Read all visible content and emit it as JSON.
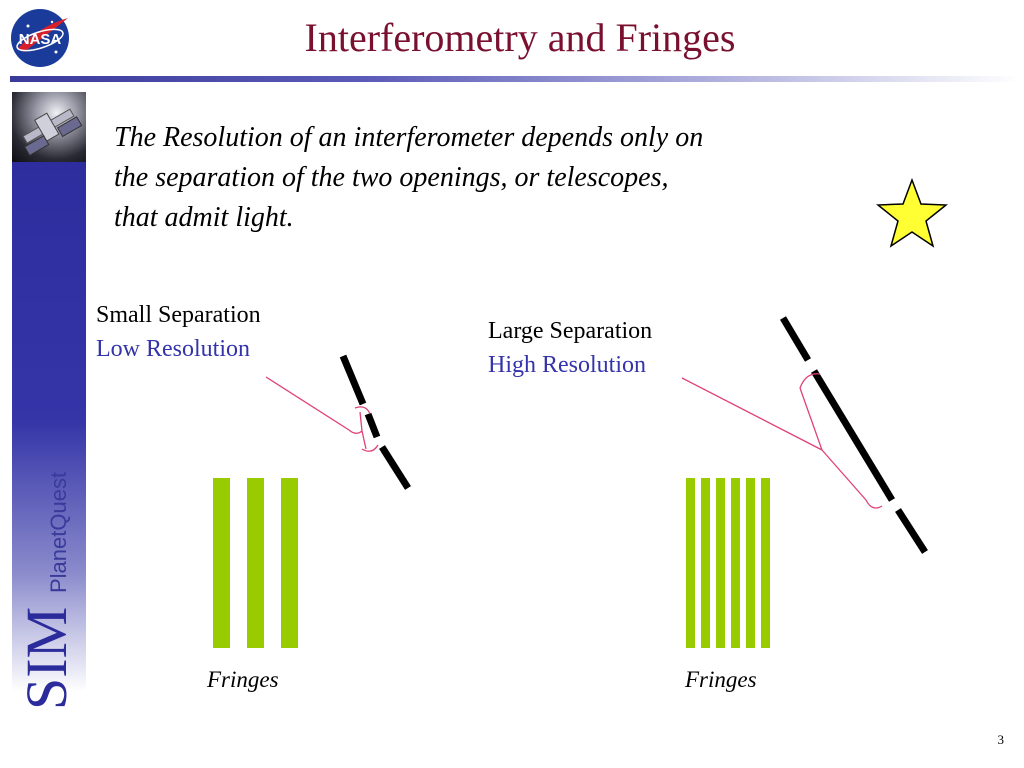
{
  "title": "Interferometry and Fringes",
  "body_text": "The Resolution of an interferometer depends only on\nthe separation of the two openings,  or telescopes,\nthat admit light.",
  "left_panel": {
    "line1": "Small Separation",
    "line2": "Low Resolution",
    "fringes_label": "Fringes",
    "fringe_count": 3
  },
  "right_panel": {
    "line1": "Large Separation",
    "line2": "High Resolution",
    "fringes_label": "Fringes",
    "fringe_count": 6
  },
  "logo": {
    "text": "NASA"
  },
  "brand": {
    "sim": "SIM",
    "planetquest": "PlanetQuest"
  },
  "page_number": "3",
  "colors": {
    "title": "#7a1030",
    "accent_blue": "#3333aa",
    "fringe_green": "#99cc00",
    "brace_pink": "#e0407a",
    "star_yellow": "#ffff33",
    "sidebar_blue": "#2b2b9c"
  },
  "icons": [
    "nasa-logo",
    "spacecraft-photo",
    "star-icon"
  ]
}
